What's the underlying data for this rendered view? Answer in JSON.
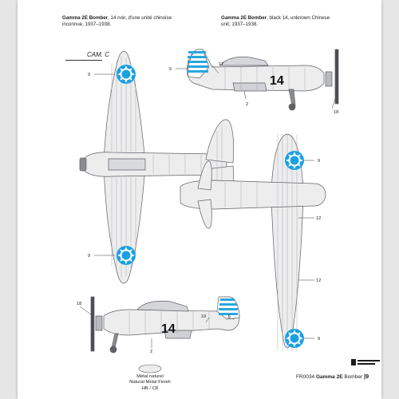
{
  "caption_fr": {
    "title": "Gamma 2E Bomber",
    "text": ", 14 noir, d'une unité chinoise inconnue, 1937–1938."
  },
  "caption_en": {
    "title": "Gamma 2E Bomber",
    "text": ", black 14, unknown Chinese unit, 1937–1938."
  },
  "camouflage_label": "CAM. C",
  "aircraft_number": "14",
  "callouts": {
    "top_view_upper": "9",
    "top_view_lower": "9",
    "side_top_rudder": "5",
    "side_top_fuselage": "17",
    "side_top_gear": "2",
    "side_top_prop": "18",
    "bottom_view_upper": "9",
    "bottom_view_mid": "12",
    "bottom_view_lower": "12",
    "bottom_view_wing": "9",
    "side_bottom_prop": "18",
    "side_bottom_fuselage": "19",
    "side_bottom_rudder": "6",
    "side_bottom_gear": "2"
  },
  "legend": {
    "line1": "Métal naturel",
    "line2": "Natural Metal Finish",
    "line3": "HB / C8"
  },
  "footer": {
    "code": "FR0034",
    "title": "Gamma 2E",
    "suffix": "Bomber",
    "page": "|9"
  },
  "colors": {
    "metal": "#ededee",
    "panel_line": "#9a9ca0",
    "roundel_blue": "#1aa1e2",
    "rudder_stripe": "#2ba6de",
    "number": "#111111"
  }
}
